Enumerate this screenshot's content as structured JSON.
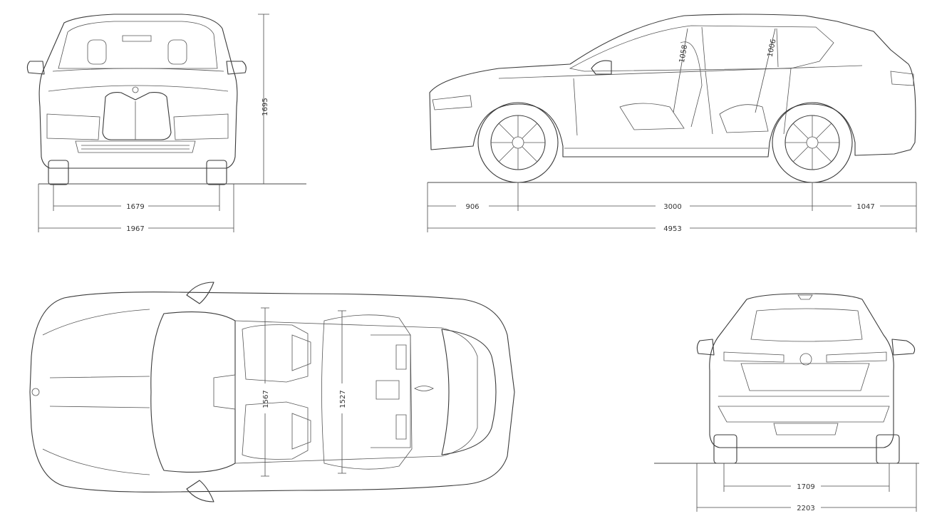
{
  "dimensions": {
    "front_track": "1679",
    "front_width": "1967",
    "height": "1695",
    "front_overhang": "906",
    "wheelbase": "3000",
    "rear_overhang": "1047",
    "length": "4953",
    "front_headroom": "1058",
    "rear_headroom": "1006",
    "front_shoulder": "1567",
    "rear_shoulder": "1527",
    "rear_track": "1709",
    "mirror_width": "2203"
  }
}
